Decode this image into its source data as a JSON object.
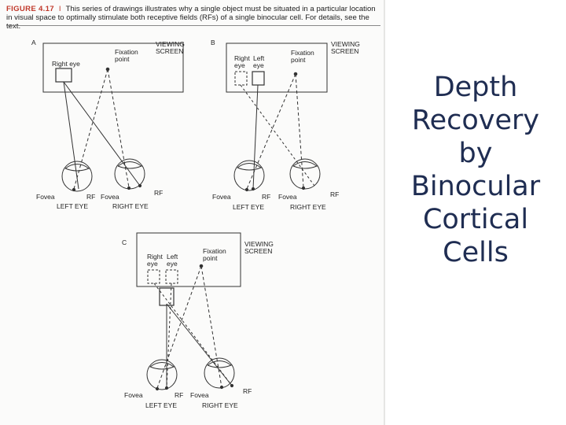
{
  "slide": {
    "title_lines": [
      "Depth",
      "Recovery",
      "by",
      "Binocular",
      "Cortical",
      "Cells"
    ],
    "title_color": "#1f2d52"
  },
  "figure": {
    "number": "FIGURE 4.17",
    "separator": "I",
    "caption": "This series of drawings illustrates why a single object must be situated in a particular location in visual space to optimally stimulate both receptive fields (RFs) of a single binocular cell. For details, see the text.",
    "accent_color": "#c0392b",
    "panels": {
      "a": {
        "letter": "A",
        "screen_label_1": "VIEWING",
        "screen_label_2": "SCREEN",
        "fixation_1": "Fixation",
        "fixation_2": "point",
        "rf_label": "Right eye",
        "fovea_left": "Fovea",
        "rf_left": "RF",
        "fovea_right": "Fovea",
        "rf_right": "RF",
        "left_eye": "LEFT EYE",
        "right_eye": "RIGHT EYE"
      },
      "b": {
        "letter": "B",
        "screen_label_1": "VIEWING",
        "screen_label_2": "SCREEN",
        "fixation_1": "Fixation",
        "fixation_2": "point",
        "right_1": "Right",
        "right_2": "eye",
        "left_1": "Left",
        "left_2": "eye",
        "fovea_left": "Fovea",
        "rf_left": "RF",
        "fovea_right": "Fovea",
        "rf_right": "RF",
        "left_eye": "LEFT EYE",
        "right_eye": "RIGHT EYE"
      },
      "c": {
        "letter": "C",
        "screen_label_1": "VIEWING",
        "screen_label_2": "SCREEN",
        "fixation_1": "Fixation",
        "fixation_2": "point",
        "right_1": "Right",
        "right_2": "eye",
        "left_1": "Left",
        "left_2": "eye",
        "fovea_left": "Fovea",
        "rf_left": "RF",
        "fovea_right": "Fovea",
        "rf_right": "RF",
        "left_eye": "LEFT EYE",
        "right_eye": "RIGHT EYE"
      }
    }
  }
}
